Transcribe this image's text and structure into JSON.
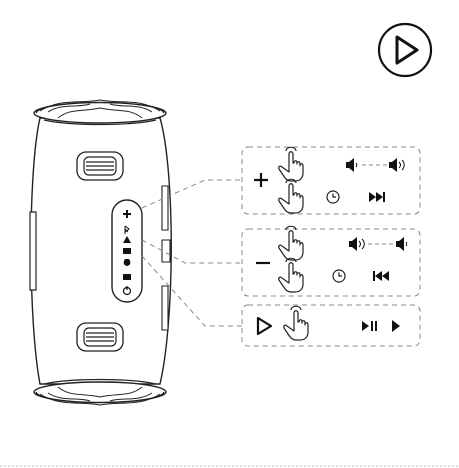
{
  "header": {
    "play_icon": "play-circle-icon"
  },
  "speaker": {
    "button_icons": [
      "plus-icon",
      "bluetooth-icon",
      "warning-icon",
      "chain-link-icon",
      "battery-icon",
      "light-mode-icon",
      "power-icon"
    ]
  },
  "panels": [
    {
      "key": "volume-up",
      "button_symbol": "+",
      "rows": [
        [
          "tap-icon",
          "volume-low-icon",
          "volume-high-icon"
        ],
        [
          "tap-icon",
          "hold-clock-icon",
          "next-track-icon"
        ]
      ]
    },
    {
      "key": "volume-down",
      "button_symbol": "–",
      "rows": [
        [
          "tap-icon",
          "volume-high-icon",
          "volume-low-icon"
        ],
        [
          "tap-icon",
          "hold-clock-icon",
          "previous-track-icon"
        ]
      ]
    },
    {
      "key": "play-pause",
      "button_symbol": "play",
      "rows": [
        [
          "tap-icon",
          "play-pause-icon",
          "play-icon"
        ]
      ]
    }
  ],
  "colors": {
    "line": "#222222",
    "dash": "#888888",
    "fill": "#111111"
  }
}
